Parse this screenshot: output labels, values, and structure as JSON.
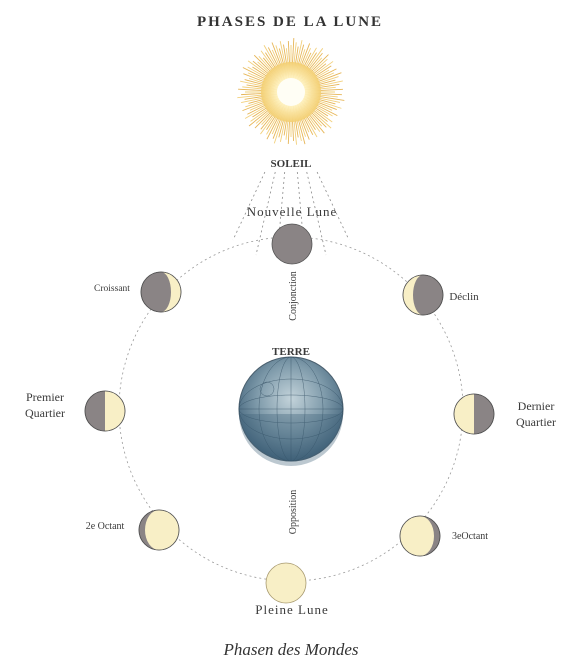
{
  "title": "PHASES DE LA LUNE",
  "sun_label": "SOLEIL",
  "earth_label": "TERRE",
  "conjunction_label": "Conjonction",
  "opposition_label": "Opposition",
  "phases": [
    {
      "key": "nouvelle",
      "label": "Nouvelle Lune",
      "illumination": 0.0,
      "lit_side": "none"
    },
    {
      "key": "croissant",
      "label": "Croissant",
      "illumination": 0.25,
      "lit_side": "right"
    },
    {
      "key": "premier",
      "label_line1": "Premier",
      "label_line2": "Quartier",
      "illumination": 0.5,
      "lit_side": "right"
    },
    {
      "key": "octant2",
      "label": "2e Octant",
      "illumination": 0.85,
      "lit_side": "right"
    },
    {
      "key": "pleine",
      "label": "Pleine Lune",
      "illumination": 1.0,
      "lit_side": "all"
    },
    {
      "key": "octant3",
      "label": "3eOctant",
      "illumination": 0.85,
      "lit_side": "left"
    },
    {
      "key": "dernier",
      "label_line1": "Dernier",
      "label_line2": "Quartier",
      "illumination": 0.5,
      "lit_side": "left"
    },
    {
      "key": "declin",
      "label": "Déclin",
      "illumination": 0.25,
      "lit_side": "left"
    }
  ],
  "caption": "Phasen des Mondes",
  "colors": {
    "moon_light": "#f8efc6",
    "moon_dark": "#8a8485",
    "orbit": "#9a9a9a",
    "sun_rays": "#e8b94a",
    "sun_core": "#fff6cf",
    "earth_top": "#8fa9b5",
    "earth_bottom": "#4a6e86"
  }
}
